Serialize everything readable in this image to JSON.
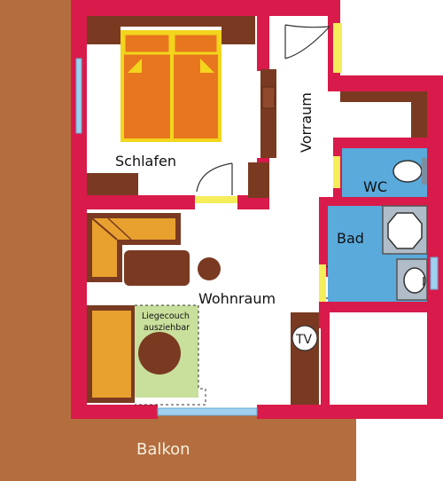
{
  "plan": {
    "rooms": {
      "schlafen": "Schlafen",
      "vorraum": "Vorraum",
      "wc": "WC",
      "bad": "Bad",
      "wohnraum": "Wohnraum"
    },
    "balcony": "Balkon",
    "sofa_bed_line1": "Liegecouch",
    "sofa_bed_line2": "ausziehbar",
    "tv": "TV"
  },
  "colors": {
    "wall": "#d81b4a",
    "balcony": "#b46d3e",
    "furniture": "#7a3a22",
    "sofa": "#e8a12f",
    "bed": "#e8761f",
    "bed_frame": "#f2d51c",
    "bath": "#5aaadc",
    "sofa_bed": "#c9df9c",
    "door": "#f5ee5a"
  }
}
